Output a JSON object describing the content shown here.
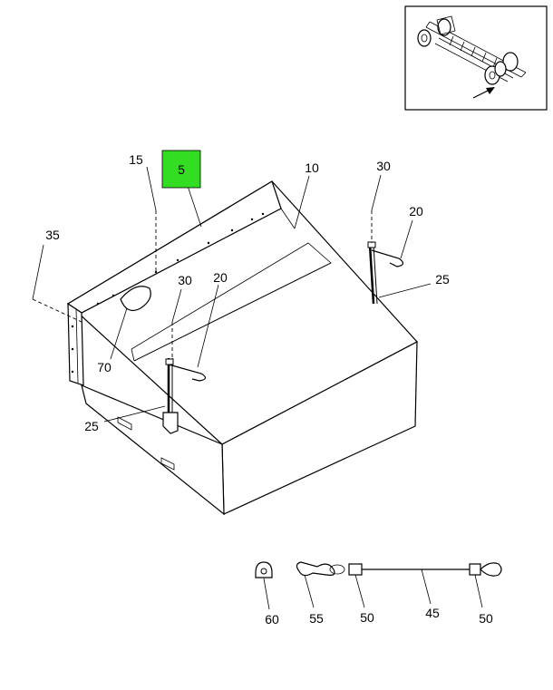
{
  "diagram": {
    "highlight_color": "#33dd22",
    "highlight_label": "5",
    "callouts": {
      "c15": "15",
      "c10": "10",
      "c30a": "30",
      "c20a": "20",
      "c35": "35",
      "c25a": "25",
      "c30b": "30",
      "c20b": "20",
      "c70": "70",
      "c25b": "25",
      "c60": "60",
      "c55": "55",
      "c50a": "50",
      "c45": "45",
      "c50b": "50"
    },
    "locator_icon": "truck-chassis-locator-icon"
  }
}
